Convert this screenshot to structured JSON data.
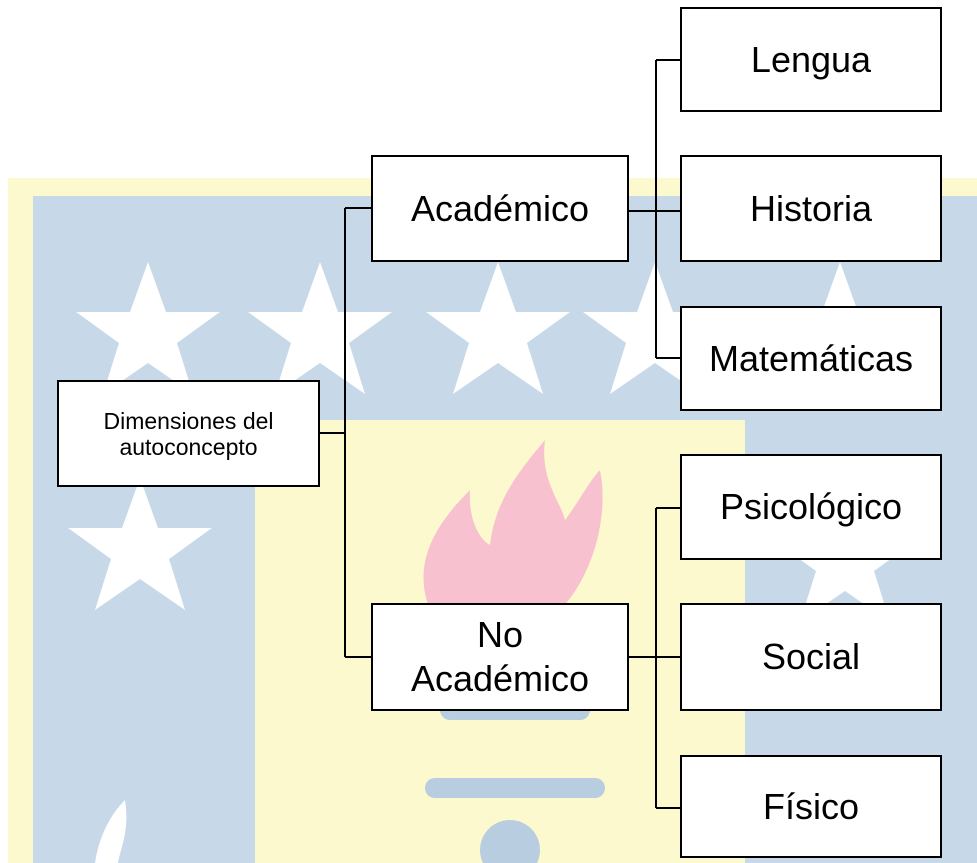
{
  "diagram": {
    "root": {
      "label": "Dimensiones del\nautoconcepto"
    },
    "branches": [
      {
        "label": "Académico",
        "children": [
          "Lengua",
          "Historia",
          "Matemáticas"
        ]
      },
      {
        "label": "No\nAcadémico",
        "children": [
          "Psicológico",
          "Social",
          "Físico"
        ]
      }
    ]
  },
  "colors": {
    "watermark_yellow": "#fdf9cf",
    "watermark_blue": "#c7d8e8",
    "watermark_flame": "#f7c1cf",
    "watermark_star": "#ffffff",
    "box_border": "#000000",
    "box_fill": "#ffffff",
    "line": "#000000"
  }
}
